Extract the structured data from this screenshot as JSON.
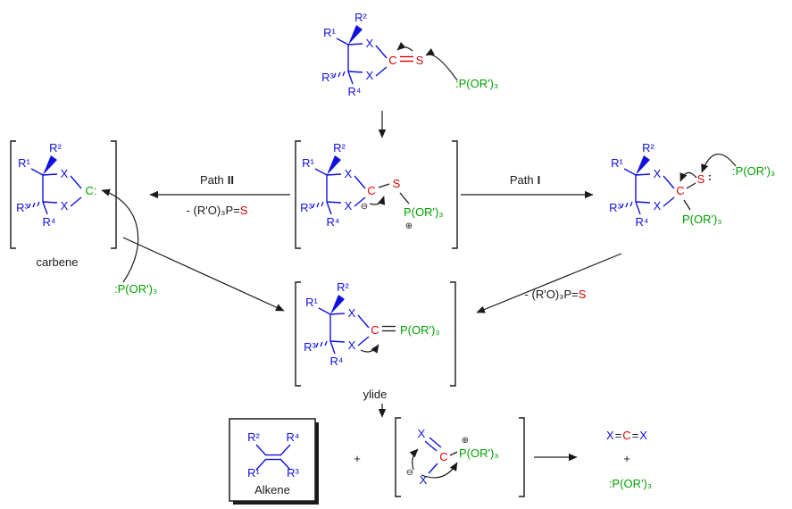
{
  "colors": {
    "blue": "#1010e0",
    "red": "#e00000",
    "green": "#00a000",
    "black": "#1a1a1a"
  },
  "atoms": {
    "r1": "R¹",
    "r2": "R²",
    "r3": "R³",
    "r4": "R⁴",
    "x": "X",
    "c": "C",
    "s": "S",
    "carbene_c": "C:",
    "lone_pair": ":",
    "phosphite": ":P(OR')₃",
    "phosphite_group": "P(OR')₃",
    "plus_charge": "⊕",
    "minus_charge": "⊖",
    "double_bond": "="
  },
  "labels": {
    "path_word": "Path",
    "path1_num": "I",
    "path2_num": "II",
    "byproduct_prefix": "- (R'O)₃P=",
    "byproduct_s": "S",
    "carbene": "carbene",
    "ylide": "ylide",
    "alkene": "Alkene",
    "plus": "+"
  }
}
